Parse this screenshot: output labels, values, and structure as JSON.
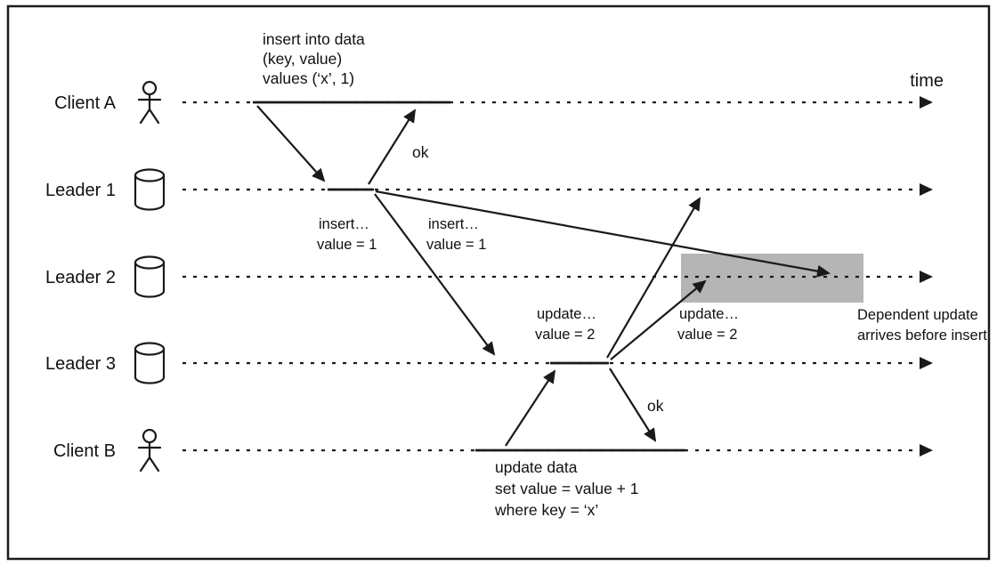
{
  "diagram": {
    "time_label": "time",
    "actors": [
      {
        "name": "Client A",
        "icon": "person"
      },
      {
        "name": "Leader 1",
        "icon": "database"
      },
      {
        "name": "Leader 2",
        "icon": "database"
      },
      {
        "name": "Leader 3",
        "icon": "database"
      },
      {
        "name": "Client B",
        "icon": "person"
      }
    ],
    "insert_query": {
      "line1": "insert into data",
      "line2": "(key, value)",
      "line3": "values (‘x’, 1)"
    },
    "update_query": {
      "line1": "update data",
      "line2": "set value = value + 1",
      "line3": "where key = ‘x’"
    },
    "messages": {
      "ok_insert": "ok",
      "ok_update": "ok",
      "insert_to_leader3": {
        "line1": "insert…",
        "line2": "value = 1"
      },
      "insert_to_leader2": {
        "line1": "insert…",
        "line2": "value = 1"
      },
      "update_to_leader1": {
        "line1": "update…",
        "line2": "value = 2"
      },
      "update_to_leader2": {
        "line1": "update…",
        "line2": "value = 2"
      }
    },
    "note": {
      "line1": "Dependent update",
      "line2": "arrives before insert"
    },
    "colors": {
      "line": "#1a1a1a",
      "highlight": "#b5b5b5",
      "background": "#ffffff"
    }
  }
}
